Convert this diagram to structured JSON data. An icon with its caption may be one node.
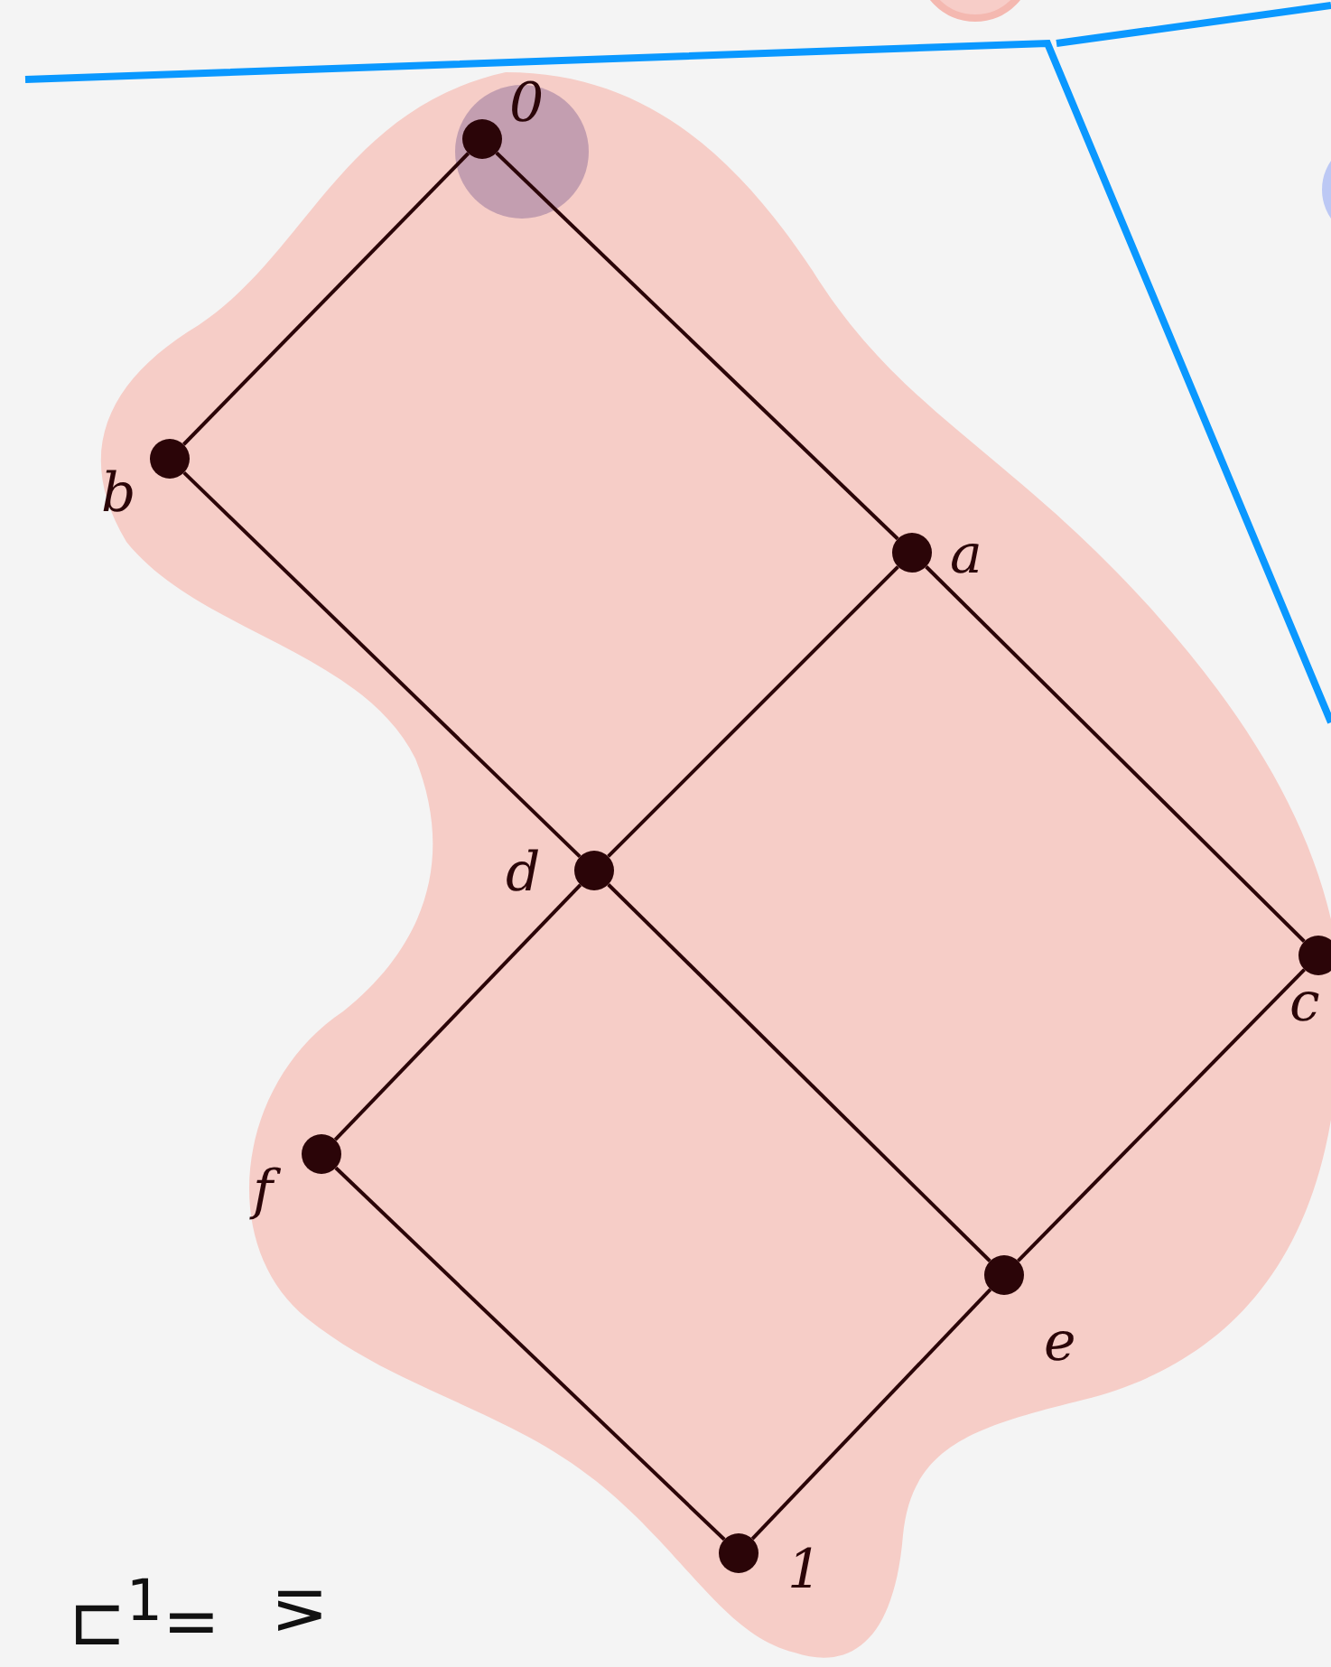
{
  "diagram": {
    "nodes": [
      {
        "text": [],
        "shape": "circle",
        "beside": [
          "0"
        ]
      },
      {
        "text": [],
        "shape": "circle",
        "beside": [
          "b"
        ]
      },
      {
        "text": [],
        "shape": "circle",
        "beside": [
          "a"
        ]
      },
      {
        "text": [],
        "shape": "circle",
        "beside": [
          "d"
        ]
      },
      {
        "text": [],
        "shape": "circle",
        "beside": [
          "c"
        ]
      },
      {
        "text": [],
        "shape": "circle",
        "beside": [
          "f"
        ]
      },
      {
        "text": [],
        "shape": "circle",
        "beside": [
          "e"
        ]
      },
      {
        "text": [],
        "shape": "circle",
        "beside": [
          "1"
        ]
      }
    ],
    "edges": [
      {
        "from": 0,
        "to": 1,
        "arrow": "none"
      },
      {
        "from": 0,
        "to": 2,
        "arrow": "none"
      },
      {
        "from": 1,
        "to": 3,
        "arrow": "none"
      },
      {
        "from": 2,
        "to": 3,
        "arrow": "none"
      },
      {
        "from": 2,
        "to": 4,
        "arrow": "none"
      },
      {
        "from": 3,
        "to": 5,
        "arrow": "none"
      },
      {
        "from": 3,
        "to": 6,
        "arrow": "none"
      },
      {
        "from": 4,
        "to": 6,
        "arrow": "none"
      },
      {
        "from": 5,
        "to": 7,
        "arrow": "none"
      },
      {
        "from": 6,
        "to": 7,
        "arrow": "none"
      }
    ],
    "labels": [
      "⊏$^{1}$=",
      "⋝"
    ]
  }
}
